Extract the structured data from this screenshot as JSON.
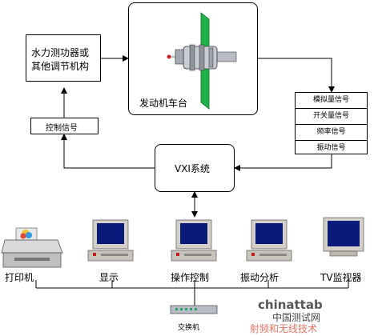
{
  "blocks": {
    "regulator_line1": "水力测功器或",
    "regulator_line2": "其他调节机构",
    "engine_bench": "发动机车台",
    "control_signal": "控制信号",
    "vxi_system": "VXI系统",
    "signals": [
      "模拟量信号",
      "开关量信号",
      "频率信号",
      "振动信号"
    ]
  },
  "devices": {
    "printer": "打印机",
    "display": "显示",
    "operation": "操作控制",
    "vibration": "振动分析",
    "tv_monitor": "TV监视器",
    "switch": "交换机"
  },
  "watermark": {
    "brand": "chinattab",
    "sub": "中国测试网",
    "footer": "射频和无线技术"
  },
  "colors": {
    "line": "#000000",
    "monitor_body": "#d4d0c8",
    "monitor_screen": "#0a1a7a",
    "green_plate": "#21b24b",
    "watermark_red": "#d9533c"
  }
}
